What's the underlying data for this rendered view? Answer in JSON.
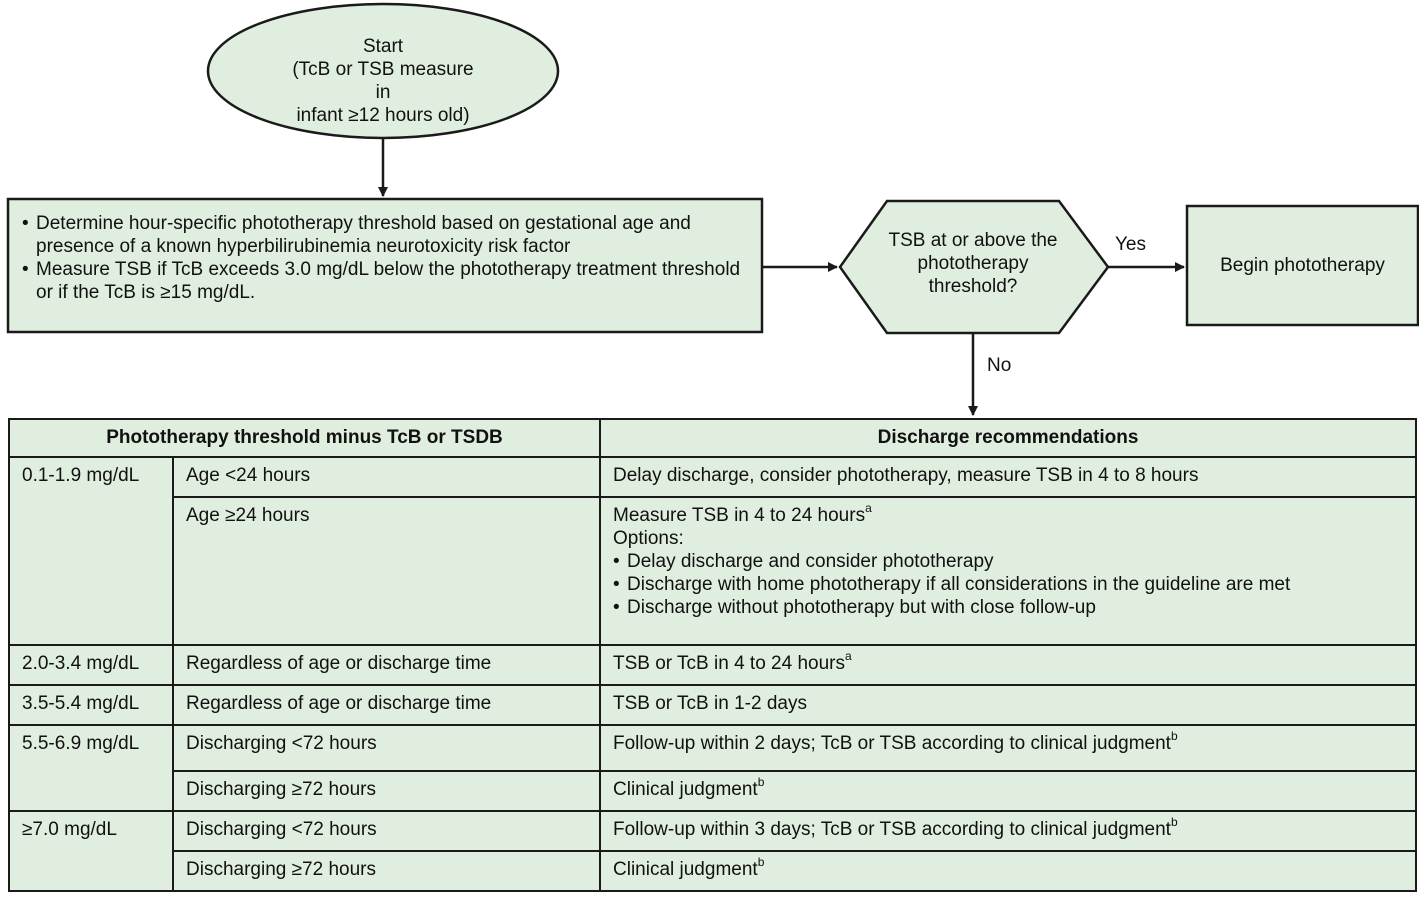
{
  "flowchart": {
    "start": {
      "line1": "Start",
      "line2": "(TcB or TSB measure in",
      "line3": "infant ≥12 hours old)"
    },
    "assess": {
      "bullet1": "Determine hour-specific phototherapy threshold based on gestational age and presence of a known hyperbilirubinemia neurotoxicity risk factor",
      "bullet2": "Measure TSB if TcB exceeds 3.0 mg/dL below the phototherapy treatment threshold or if the TcB is ≥15 mg/dL."
    },
    "decision": {
      "line1": "TSB at or above the",
      "line2": "phototherapy",
      "line3": "threshold?"
    },
    "yes_label": "Yes",
    "no_label": "No",
    "action": "Begin phototherapy",
    "colors": {
      "fill": "#dfeede",
      "stroke": "#1a1a1a"
    }
  },
  "table": {
    "header_left": "Phototherapy threshold minus TcB or TSDB",
    "header_right": "Discharge recommendations",
    "rows": [
      {
        "range": "0.1-1.9 mg/dL",
        "condition": "Age <24 hours",
        "rec": "Delay discharge, consider phototherapy, measure TSB in 4 to 8 hours"
      },
      {
        "condition": "Age ≥24 hours",
        "rec_first": "Measure TSB in 4 to 24 hours",
        "rec_first_sup": "a",
        "options_label": "Options:",
        "options": [
          "Delay discharge and consider phototherapy",
          "Discharge with home phototherapy if all considerations in the guideline are met",
          "Discharge without phototherapy but with close follow-up"
        ]
      },
      {
        "range": "2.0-3.4 mg/dL",
        "condition": "Regardless of age or discharge time",
        "rec": "TSB or TcB in 4 to 24 hours",
        "sup": "a"
      },
      {
        "range": "3.5-5.4 mg/dL",
        "condition": "Regardless of age or discharge time",
        "rec": "TSB or TcB in 1-2 days"
      },
      {
        "range": "5.5-6.9 mg/dL",
        "condition": "Discharging <72 hours",
        "rec": "Follow-up within 2 days; TcB or TSB according to clinical judgment",
        "sup": "b"
      },
      {
        "condition": "Discharging ≥72 hours",
        "rec": "Clinical judgment",
        "sup": "b"
      },
      {
        "range": "≥7.0 mg/dL",
        "condition": "Discharging <72 hours",
        "rec": "Follow-up within 3 days; TcB or TSB according to clinical judgment",
        "sup": "b"
      },
      {
        "condition": "Discharging ≥72 hours",
        "rec": "Clinical judgment",
        "sup": "b"
      }
    ]
  }
}
